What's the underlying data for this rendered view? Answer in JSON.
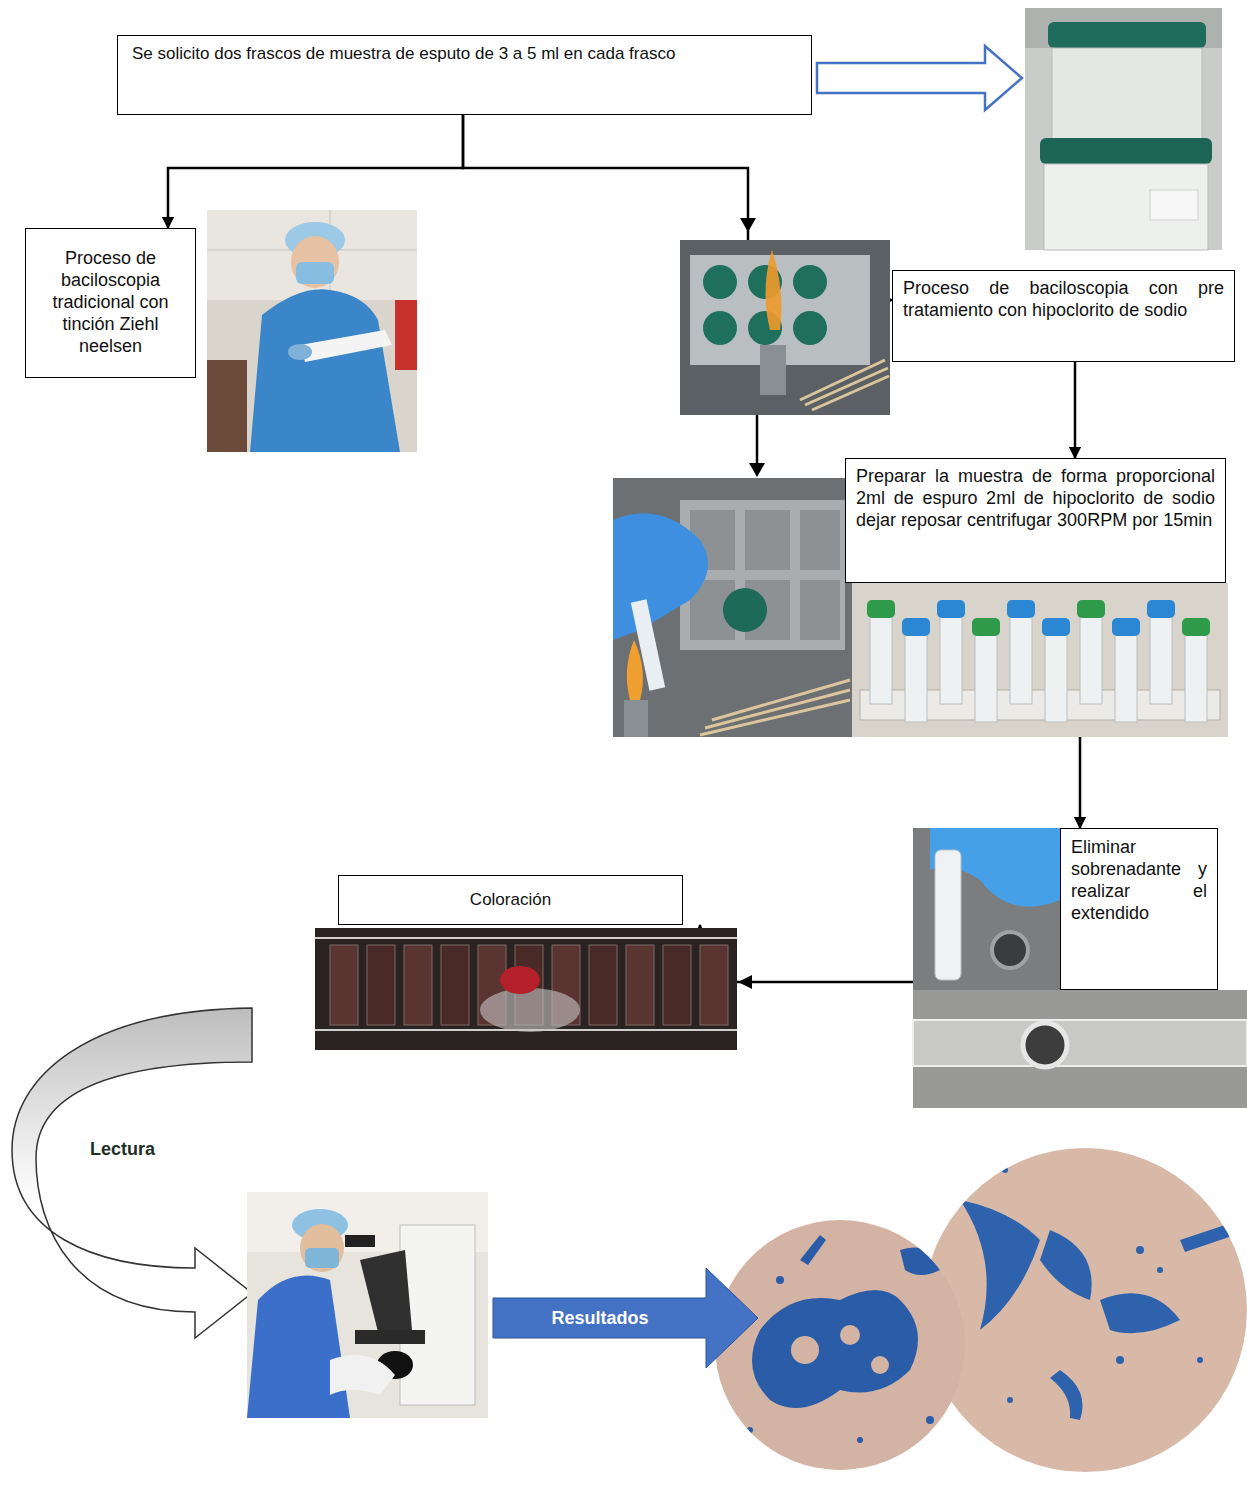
{
  "diagram": {
    "nodes": [
      {
        "text": [
          "Se solicito dos frascos de muestra de esputo de 3 a 5 ml en cada frasco"
        ]
      },
      {
        "text": [
          "Proceso de baciloscopia tradicional con tinción Ziehl neelsen"
        ]
      },
      {
        "text": [
          "Proceso de baciloscopia con pre tratamiento con hipoclorito de sodio"
        ]
      },
      {
        "text": [
          "Preparar la muestra de forma proporcional 2ml de espuro 2ml de hipoclorito de sodio dejar reposar centrifugar 300RPM por 15min"
        ]
      },
      {
        "text": [
          "Eliminar sobrenadante y realizar el extendido"
        ]
      },
      {
        "text": [
          "Coloración"
        ]
      }
    ],
    "edges": [
      {
        "from": 0,
        "to": 1,
        "arrow": "to"
      },
      {
        "from": 0,
        "to": 2,
        "arrow": "to"
      },
      {
        "from": 2,
        "to": 3,
        "arrow": "to"
      },
      {
        "from": 3,
        "to": 4,
        "arrow": "to"
      },
      {
        "from": 4,
        "to": 5,
        "arrow": "to"
      }
    ],
    "labels": [
      "Lectura",
      "Resultados"
    ]
  }
}
